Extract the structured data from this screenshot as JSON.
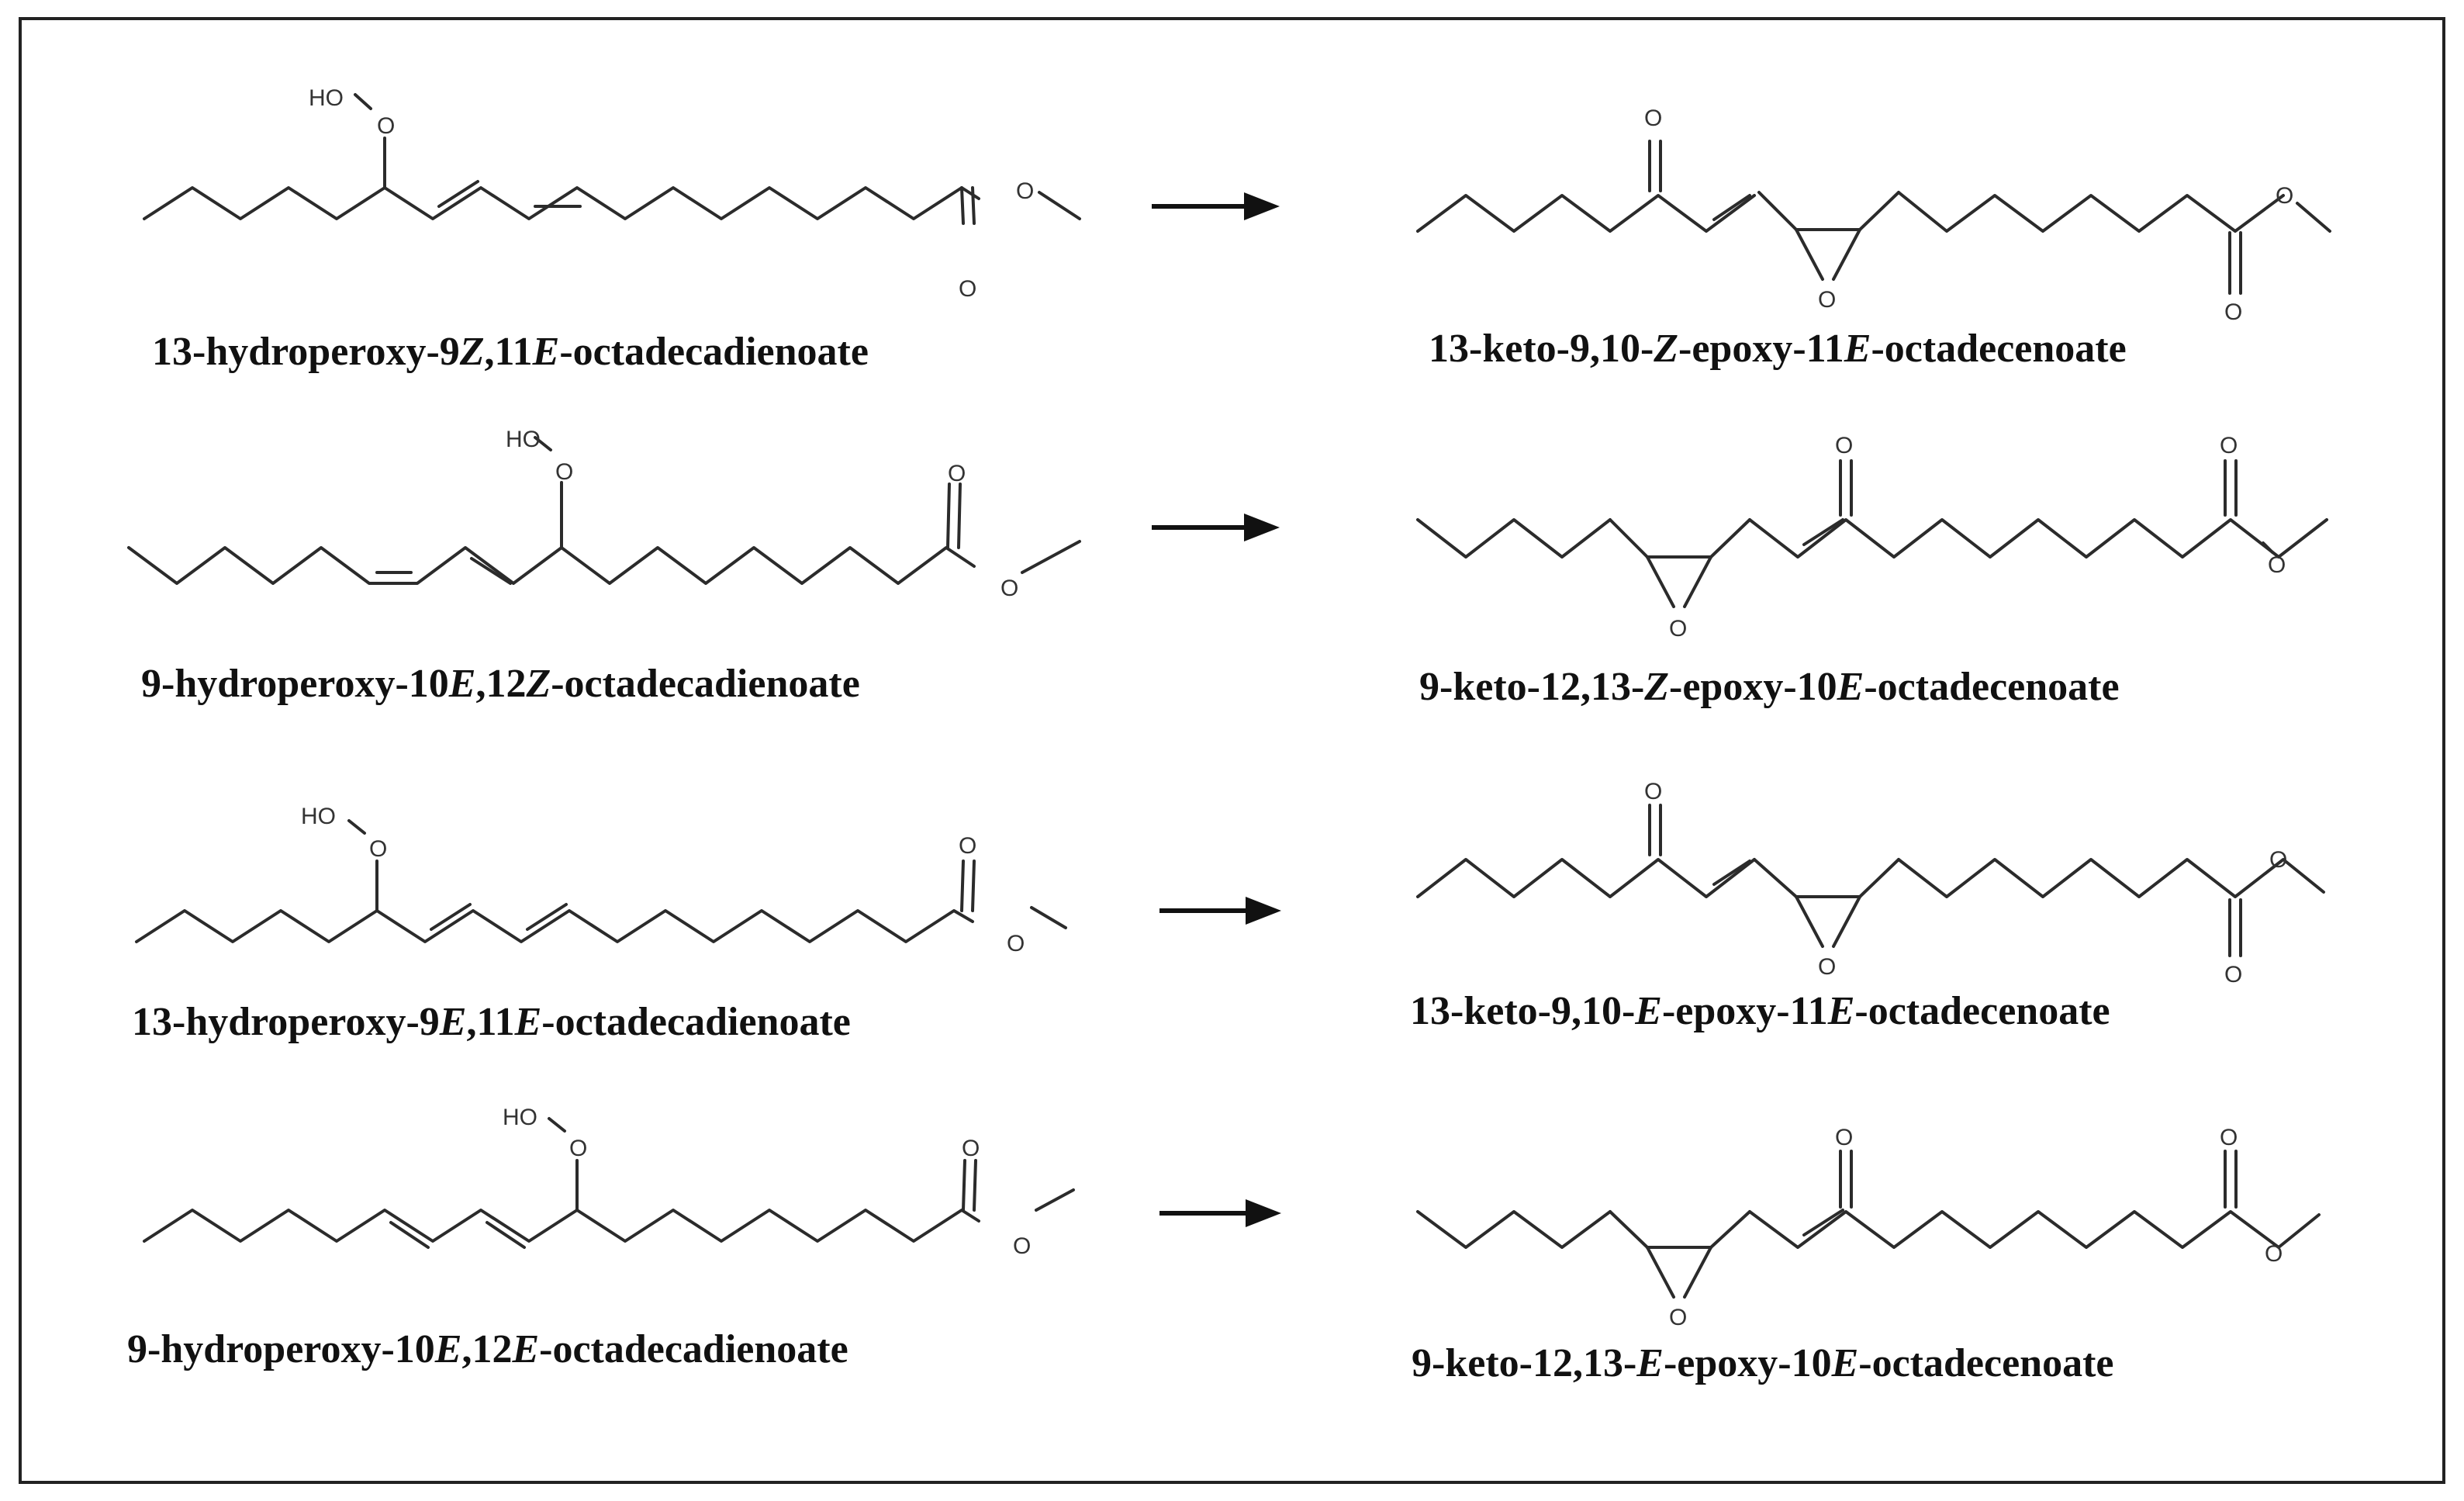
{
  "atom_labels": {
    "hydroxyl": "HO",
    "oxygen": "O"
  },
  "rows": [
    {
      "reactant": {
        "parts": [
          "13-hydroperoxy-9",
          "Z",
          ",11",
          "E",
          "-octadecadienoate"
        ]
      },
      "product": {
        "parts": [
          "13-keto-9,10-",
          "Z",
          "-epoxy-11",
          "E",
          "-octadecenoate"
        ]
      }
    },
    {
      "reactant": {
        "parts": [
          "9-hydroperoxy-10",
          "E",
          ",12",
          "Z",
          "-octadecadienoate"
        ]
      },
      "product": {
        "parts": [
          "9-keto-12,13-",
          "Z",
          "-epoxy-10",
          "E",
          "-octadecenoate"
        ]
      }
    },
    {
      "reactant": {
        "parts": [
          "13-hydroperoxy-9",
          "E",
          ",11",
          "E",
          "-octadecadienoate"
        ]
      },
      "product": {
        "parts": [
          "13-keto-9,10-",
          "E",
          "-epoxy-11",
          "E",
          "-octadecenoate"
        ]
      }
    },
    {
      "reactant": {
        "parts": [
          "9-hydroperoxy-10",
          "E",
          ",12",
          "E",
          "-octadecadienoate"
        ]
      },
      "product": {
        "parts": [
          "9-keto-12,13-",
          "E",
          "-epoxy-10",
          "E",
          "-octadecenoate"
        ]
      }
    }
  ]
}
